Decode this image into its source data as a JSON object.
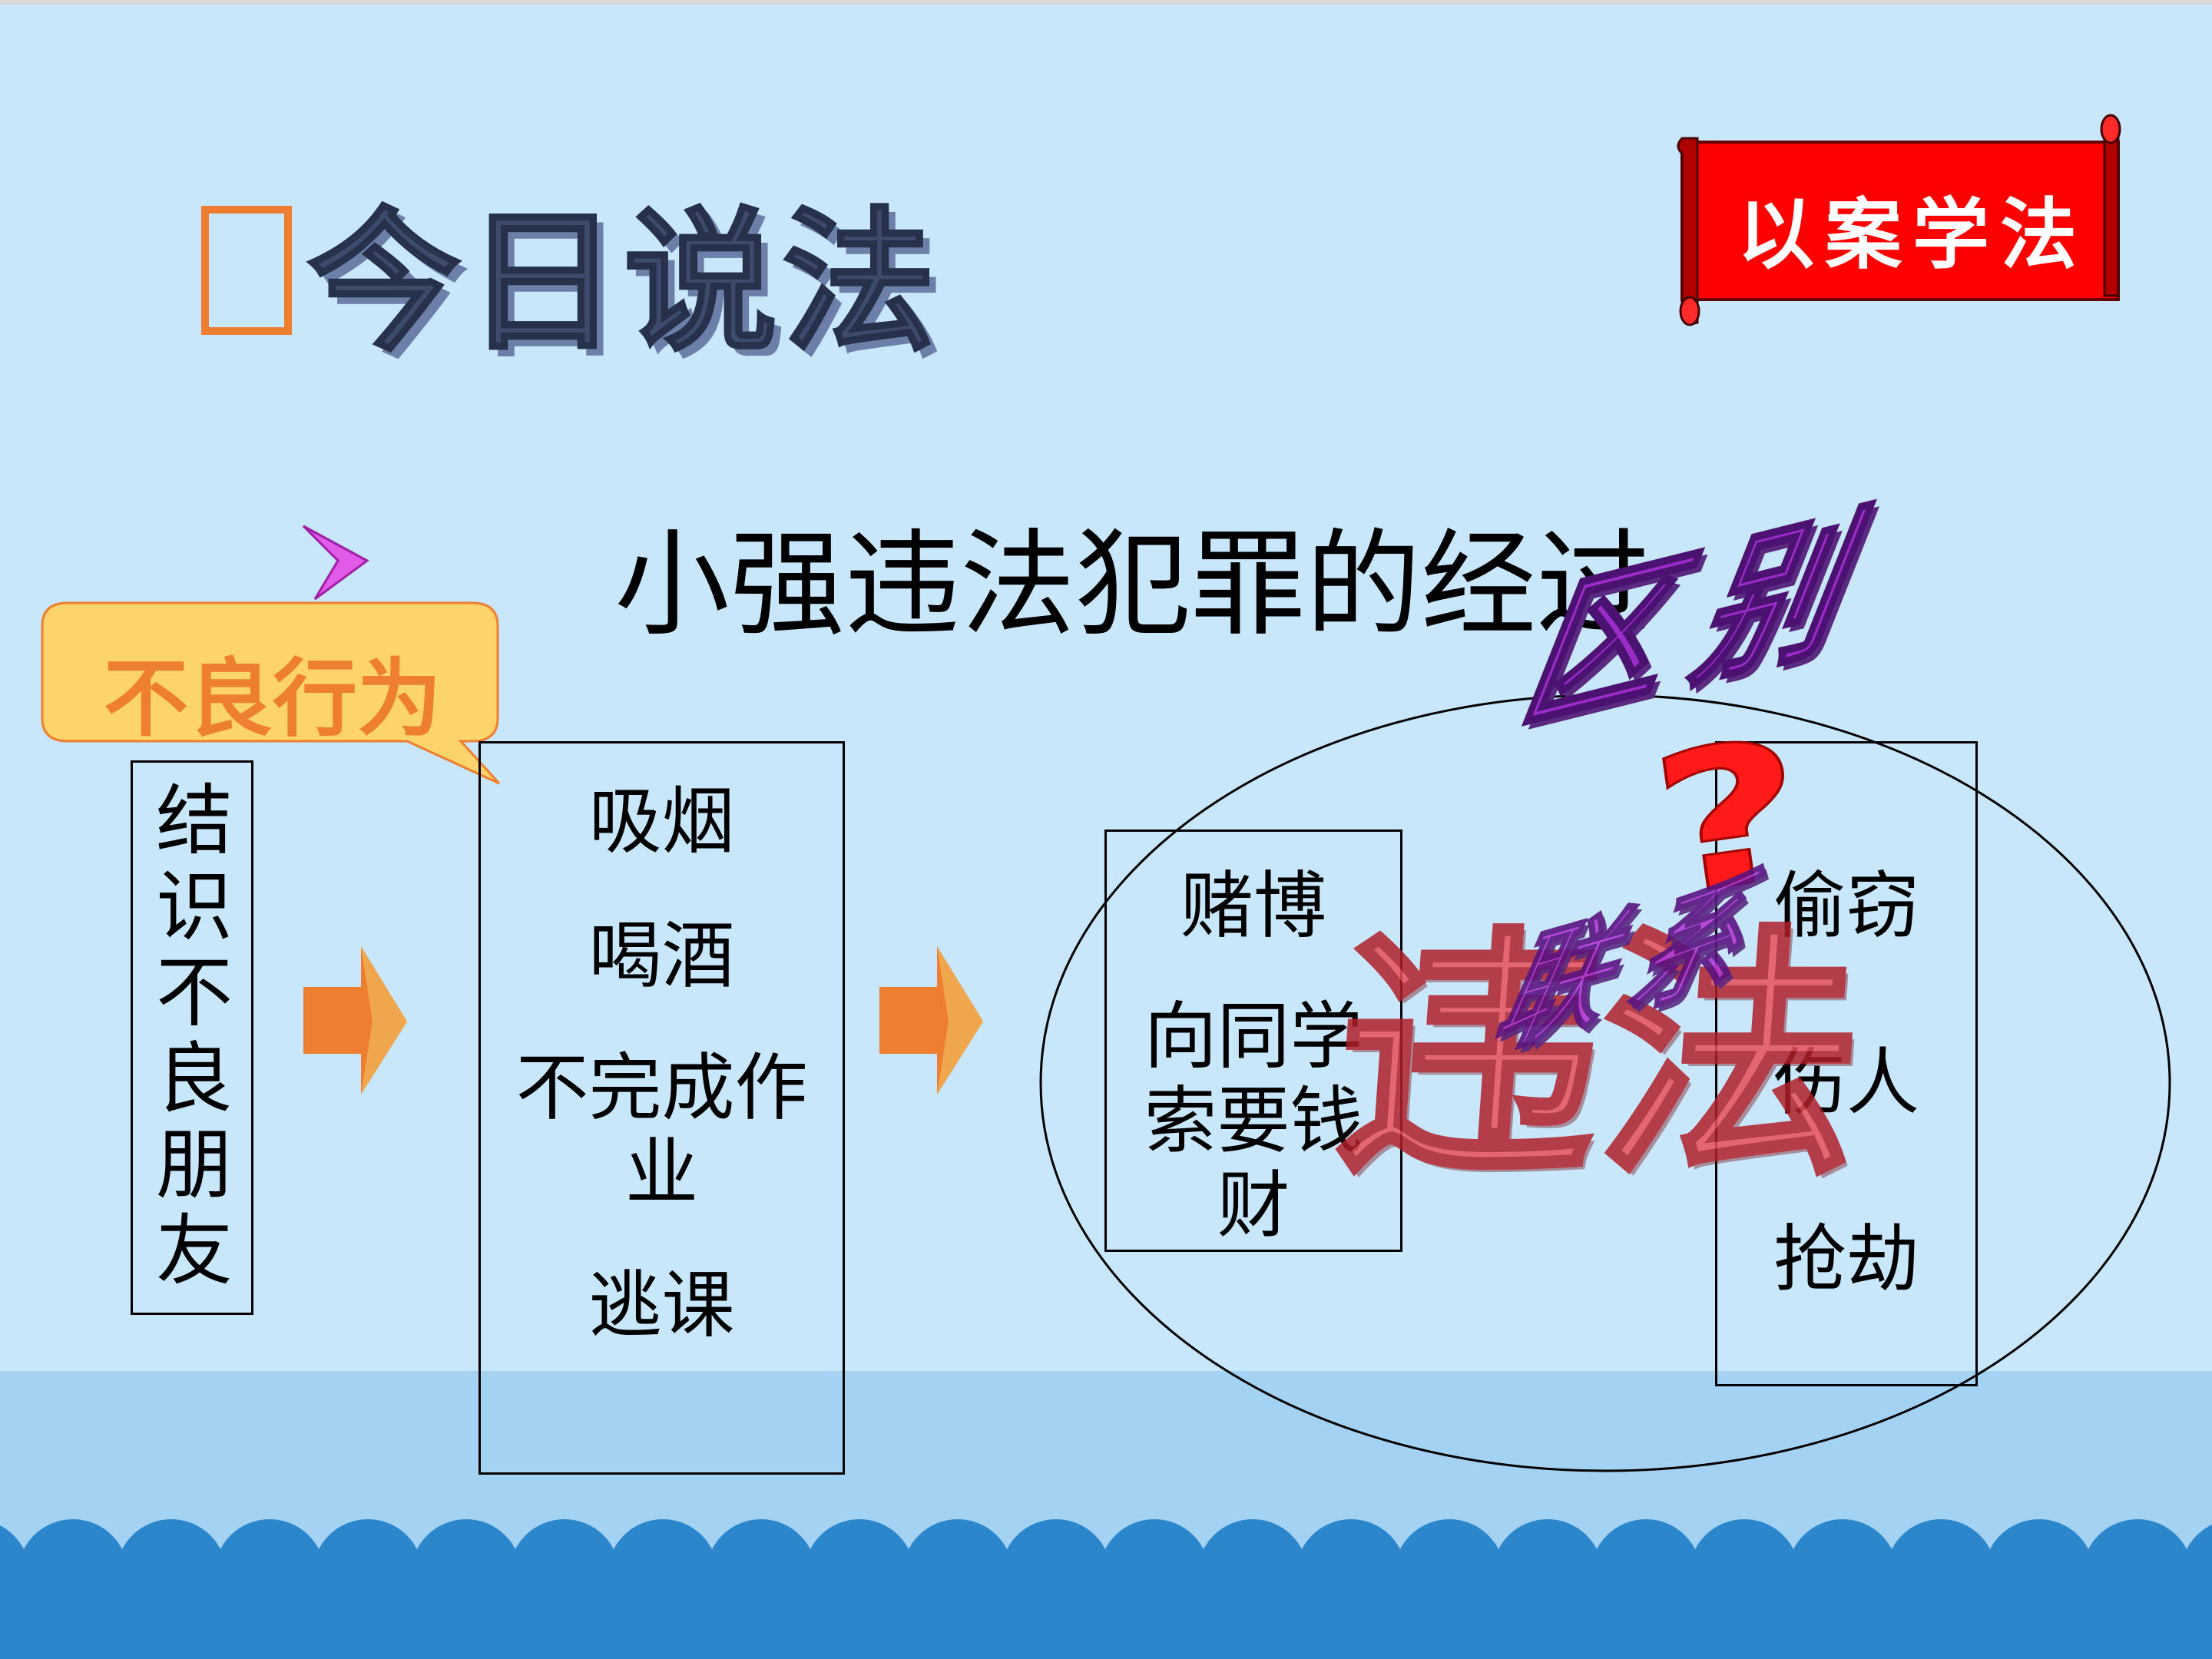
{
  "slide": {
    "title": "今日说法",
    "scroll_label": "以案学法",
    "subtitle": "小强违法犯罪的经过",
    "callout": "不良行为",
    "column1": "结识不良朋友",
    "column2": [
      "吸烟",
      "喝酒",
      "不完成作",
      "业",
      "逃课"
    ],
    "column3": [
      "赌博",
      "向同学",
      "索要钱",
      "财"
    ],
    "column4": [
      "偷窃",
      "伤人",
      "抢劫"
    ],
    "stamp_illegal": "违法",
    "wordart_difference": "区别",
    "wordart_relation": "联系",
    "question_mark": "?"
  },
  "colors": {
    "background": "#c9e7fb",
    "band": "#a3d2f3",
    "waves": "#2b86cc",
    "arrow": "#ee7f30",
    "callout_fill": "#fdd36b",
    "scroll_red": "#ff0000",
    "illegal_red": "#e8505b",
    "wordart_purple": "#9a2cc7"
  }
}
